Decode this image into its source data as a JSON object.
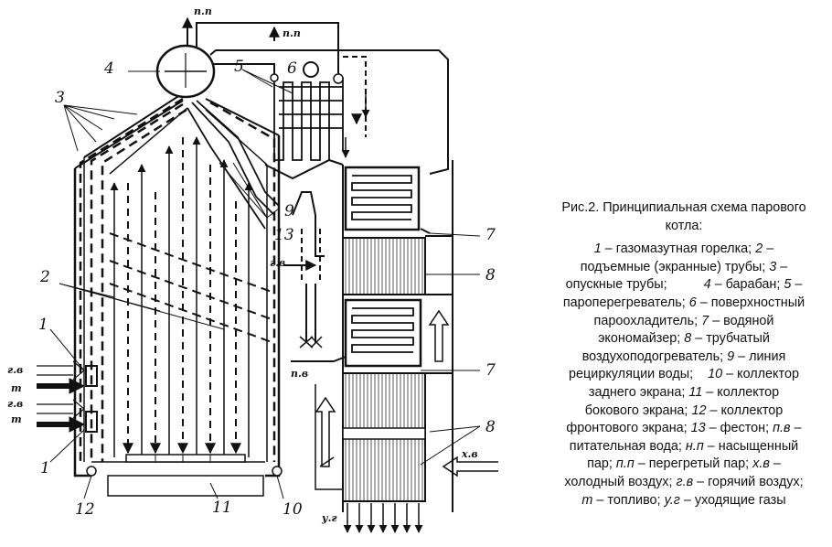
{
  "flow_labels": {
    "superheated_steam": "п.п",
    "hot_air": "г.в",
    "fuel": "т",
    "feed_water": "п.в",
    "cold_air": "х.в",
    "flue_gas": "у.г"
  },
  "numbers": [
    "1",
    "2",
    "3",
    "4",
    "5",
    "6",
    "7",
    "8",
    "9",
    "10",
    "11",
    "12",
    "13"
  ],
  "caption": {
    "title": "Рис.2. Принципиальная схема парового котла:",
    "lines": [
      [
        {
          "t": "1",
          "i": true
        },
        {
          "t": " – газомазутная горелка; "
        },
        {
          "t": "2",
          "i": true
        },
        {
          "t": " –"
        }
      ],
      [
        {
          "t": "подъемные (экранные) трубы; "
        },
        {
          "t": "3",
          "i": true
        },
        {
          "t": " –"
        }
      ],
      [
        {
          "t": "опускные трубы;          "
        },
        {
          "t": "4",
          "i": true
        },
        {
          "t": " – барабан; "
        },
        {
          "t": "5",
          "i": true
        },
        {
          "t": " –"
        }
      ],
      [
        {
          "t": "пароперегреватель; "
        },
        {
          "t": "6",
          "i": true
        },
        {
          "t": " – поверхностный"
        }
      ],
      [
        {
          "t": "пароохладитель; "
        },
        {
          "t": "7",
          "i": true
        },
        {
          "t": " – водяной"
        }
      ],
      [
        {
          "t": "экономайзер; "
        },
        {
          "t": "8",
          "i": true
        },
        {
          "t": " – трубчатый"
        }
      ],
      [
        {
          "t": "воздухоподогреватель; "
        },
        {
          "t": "9",
          "i": true
        },
        {
          "t": " – линия"
        }
      ],
      [
        {
          "t": "рециркуляции воды;    "
        },
        {
          "t": "10",
          "i": true
        },
        {
          "t": " – коллектор"
        }
      ],
      [
        {
          "t": "заднего экрана; "
        },
        {
          "t": "11",
          "i": true
        },
        {
          "t": " – коллектор"
        }
      ],
      [
        {
          "t": "бокового экрана; "
        },
        {
          "t": "12",
          "i": true
        },
        {
          "t": " – коллектор"
        }
      ],
      [
        {
          "t": "фронтового экрана; "
        },
        {
          "t": "13",
          "i": true
        },
        {
          "t": " – фестон; "
        },
        {
          "t": "п.в",
          "i": true
        },
        {
          "t": " –"
        }
      ],
      [
        {
          "t": "питательная вода; "
        },
        {
          "t": "н.п",
          "i": true
        },
        {
          "t": " – насыщенный"
        }
      ],
      [
        {
          "t": "пар; "
        },
        {
          "t": "п.п",
          "i": true
        },
        {
          "t": " – перегретый пар; "
        },
        {
          "t": "х.в",
          "i": true
        },
        {
          "t": " –"
        }
      ],
      [
        {
          "t": "холодный воздух; "
        },
        {
          "t": "г.в",
          "i": true
        },
        {
          "t": " – горячий воздух;"
        }
      ],
      [
        {
          "t": "т",
          "i": true
        },
        {
          "t": " – топливо; "
        },
        {
          "t": "у.г",
          "i": true
        },
        {
          "t": " – уходящие газы"
        }
      ]
    ]
  }
}
